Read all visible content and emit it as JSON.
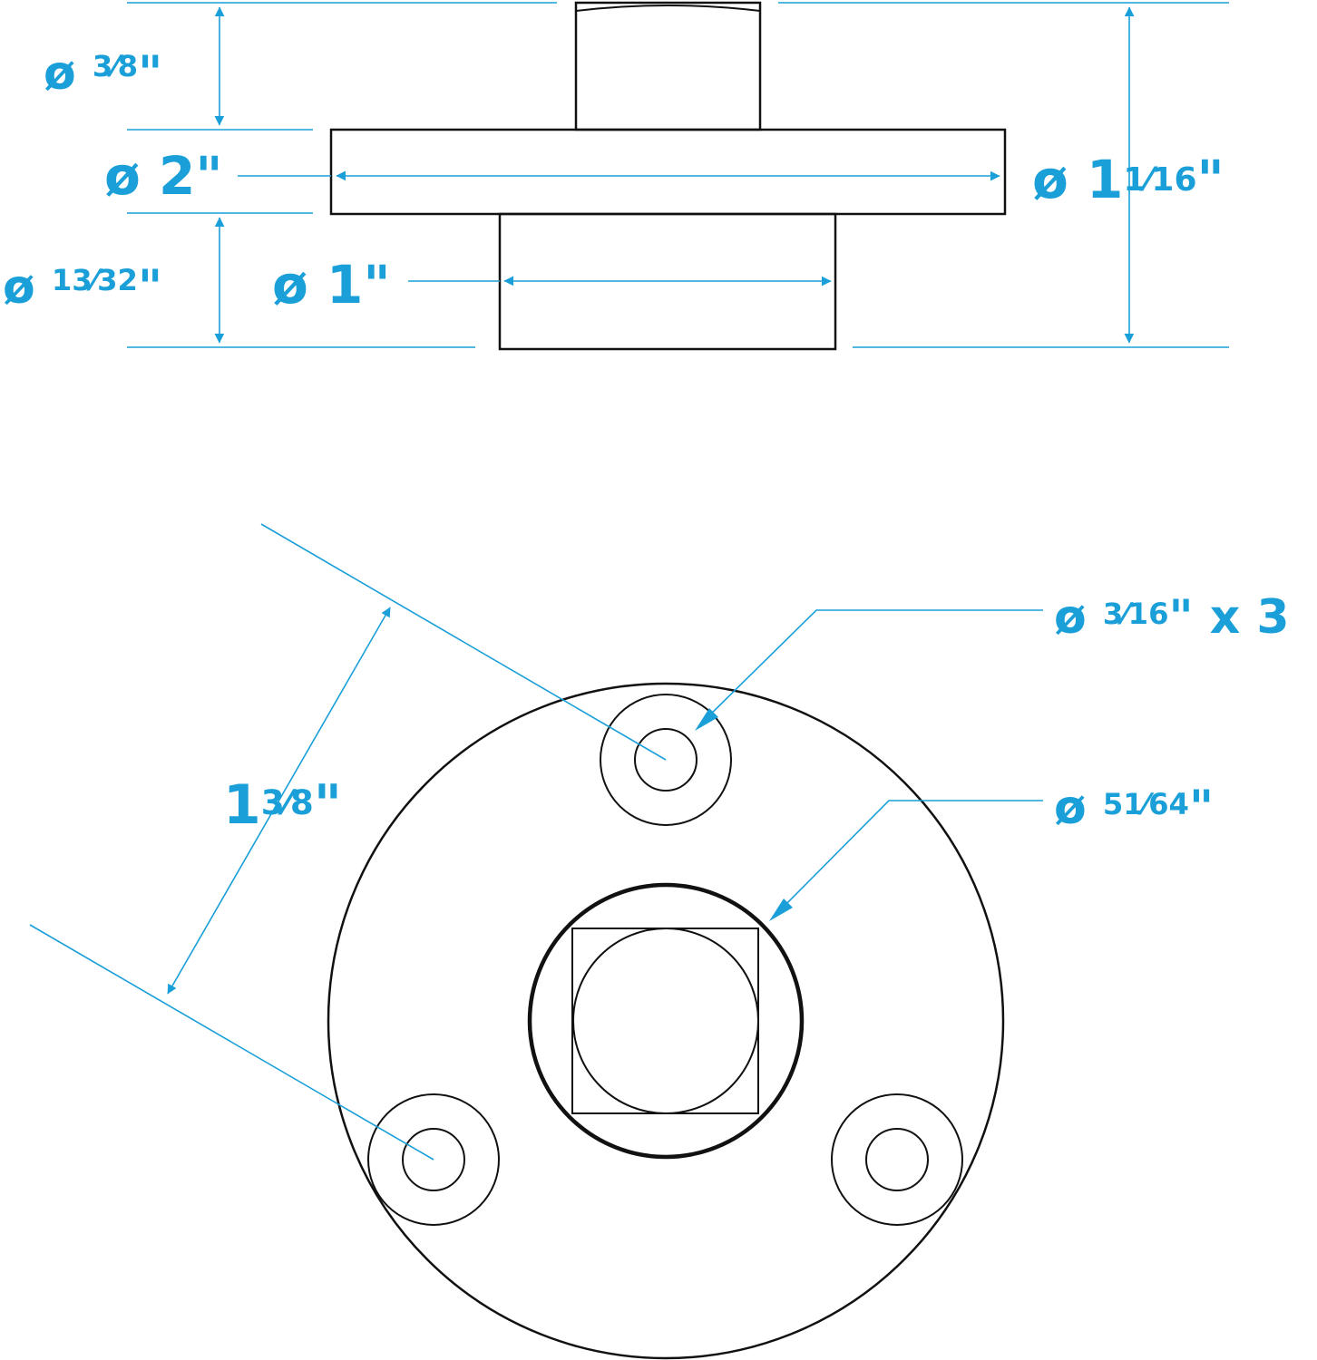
{
  "colors": {
    "dimension": "#1a9fd8",
    "outline": "#111111",
    "background": "#ffffff"
  },
  "side_view": {
    "dims": {
      "stem_height": {
        "prefix": "ø ",
        "frac": "3⁄8",
        "suffix": "\""
      },
      "flange_diameter": {
        "prefix": "ø ",
        "whole": "2",
        "suffix": "\""
      },
      "base_height": {
        "prefix": "ø ",
        "frac": "13⁄32",
        "suffix": "\""
      },
      "base_diameter": {
        "prefix": "ø ",
        "whole": "1",
        "suffix": "\""
      },
      "overall_height": {
        "prefix": "ø ",
        "whole": "1",
        "frac": "1⁄16",
        "suffix": "\""
      }
    }
  },
  "top_view": {
    "dims": {
      "mount_hole": {
        "prefix": "ø ",
        "frac": "3⁄16",
        "suffix": "\" x 3"
      },
      "center_bore": {
        "prefix": "ø ",
        "frac": "51⁄64",
        "suffix": "\""
      },
      "hole_spacing": {
        "whole": "1",
        "frac": "3⁄8",
        "suffix": "\""
      }
    }
  }
}
